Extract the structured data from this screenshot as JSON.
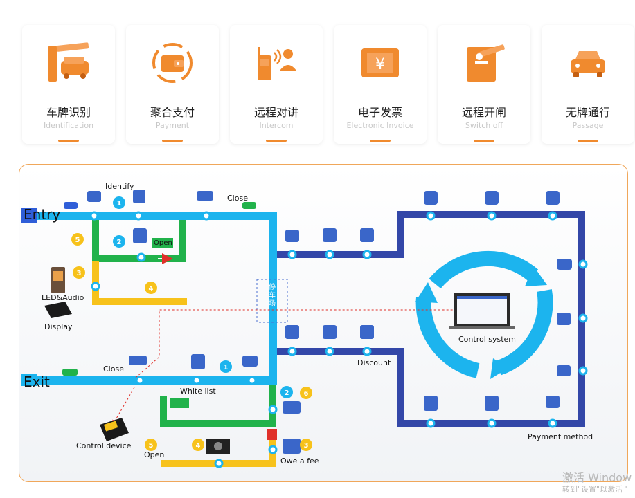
{
  "features": [
    {
      "cn": "车牌识别",
      "en": "Identification",
      "icon": "license-plate-recognition-icon"
    },
    {
      "cn": "聚合支付",
      "en": "Payment",
      "icon": "wallet-payment-icon"
    },
    {
      "cn": "远程对讲",
      "en": "Intercom",
      "icon": "walkie-talkie-icon"
    },
    {
      "cn": "电子发票",
      "en": "Electronic Invoice",
      "icon": "invoice-ticket-icon"
    },
    {
      "cn": "远程开闸",
      "en": "Switch off",
      "icon": "barrier-gate-icon"
    },
    {
      "cn": "无牌通行",
      "en": "Passage",
      "icon": "car-icon"
    }
  ],
  "diagram": {
    "entry": "Entry",
    "exit": "Exit",
    "identify": "Identify",
    "close_top": "Close",
    "open_top": "Open",
    "led_audio": "LED&Audio",
    "display": "Display",
    "close_bottom": "Close",
    "white_list": "White list",
    "control_device": "Control device",
    "open_bottom": "Open",
    "owe_fee": "Owe a fee",
    "discount": "Discount",
    "control_system": "Control system",
    "payment_method": "Payment method",
    "vertical_text": "停车场",
    "steps_entry": [
      "1",
      "2",
      "3",
      "4",
      "5"
    ],
    "steps_exit": [
      "1",
      "2",
      "3",
      "4",
      "5",
      "6"
    ]
  },
  "watermark": {
    "line1": "激活 Window",
    "line2": "转到\"设置\"以激活 '"
  },
  "colors": {
    "accent": "#f08a2e",
    "lightblue": "#1cb4ee",
    "darkblue": "#3347a8",
    "green": "#21b24b",
    "yellow": "#f7c21b"
  }
}
